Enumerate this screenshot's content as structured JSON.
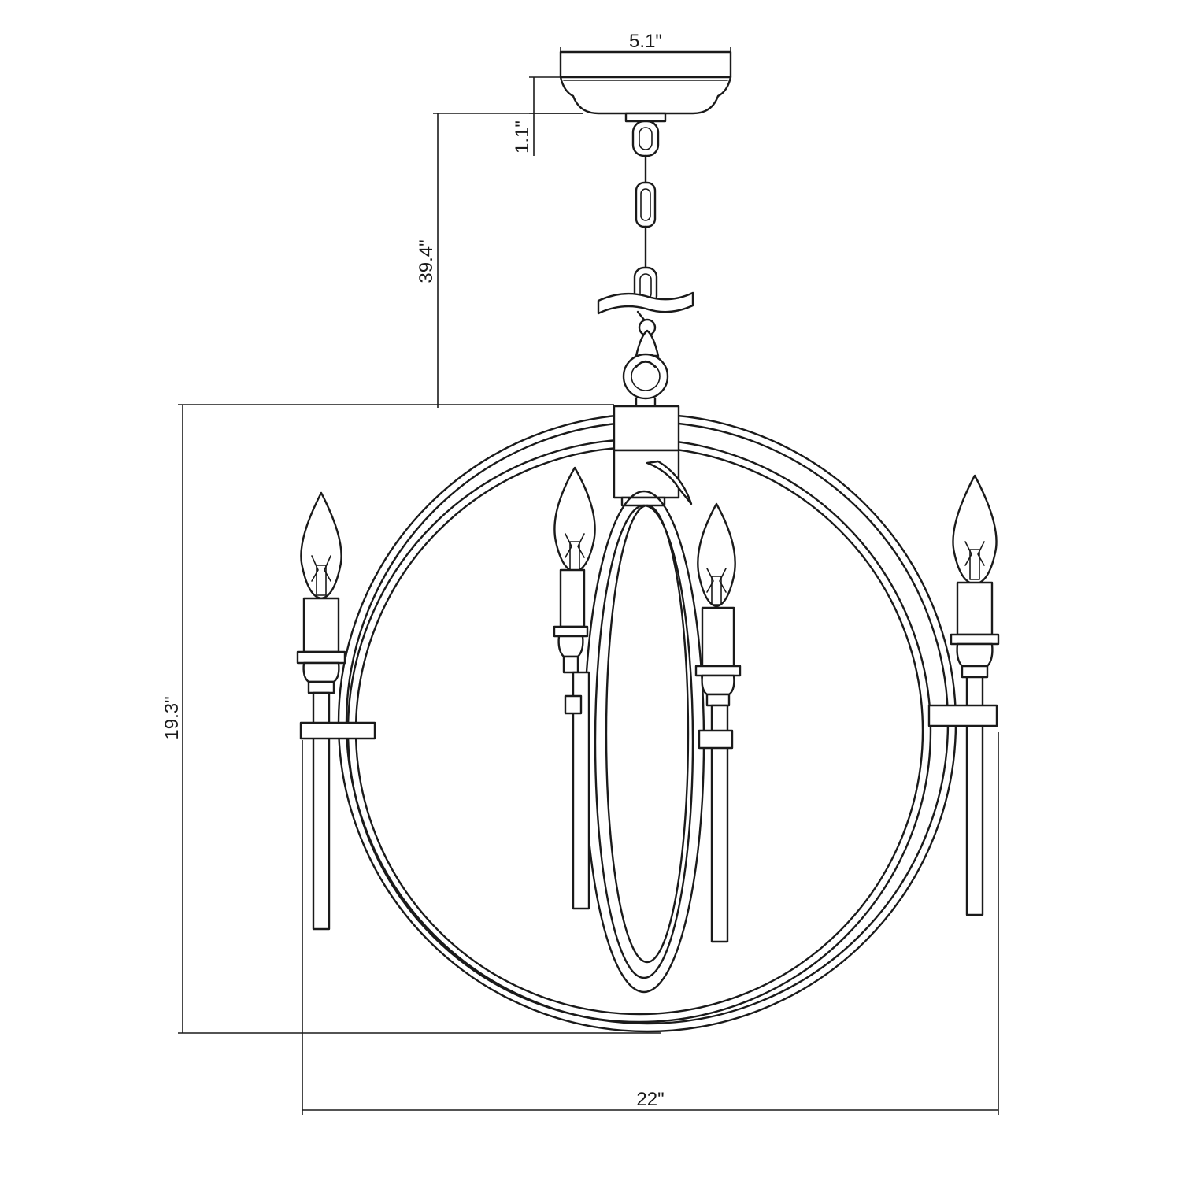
{
  "dimensions": {
    "canopy_width": "5.1\"",
    "canopy_height": "1.1\"",
    "chain_length": "39.4\"",
    "body_height": "19.3\"",
    "body_width": "22\""
  },
  "colors": {
    "stroke": "#1a1a1a",
    "background": "#ffffff"
  }
}
